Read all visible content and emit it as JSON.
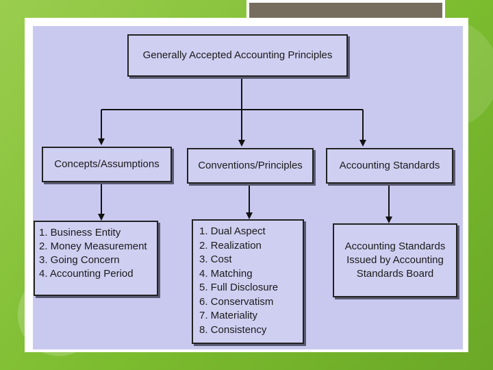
{
  "diagram": {
    "root": {
      "label": "Generally Accepted Accounting Principles"
    },
    "categories": [
      {
        "label": "Concepts/Assumptions",
        "items": [
          "1. Business Entity",
          "2. Money Measurement",
          "3. Going Concern",
          "4. Accounting Period"
        ]
      },
      {
        "label": "Conventions/Principles",
        "items": [
          "1. Dual Aspect",
          "2. Realization",
          "3. Cost",
          "4. Matching",
          "5. Full Disclosure",
          "6. Conservatism",
          "7. Materiality",
          "8. Consistency"
        ]
      },
      {
        "label": "Accounting Standards",
        "detail_lines": [
          "Accounting Standards",
          "Issued by Accounting",
          "Standards Board"
        ]
      }
    ]
  },
  "colors": {
    "slide_background": "#7cbc2f",
    "diagram_background": "#c9c9f0",
    "box_fill": "#cfcff2",
    "box_border": "#222222",
    "box_shadow": "#5a5a72",
    "top_tab": "#776d5e"
  }
}
